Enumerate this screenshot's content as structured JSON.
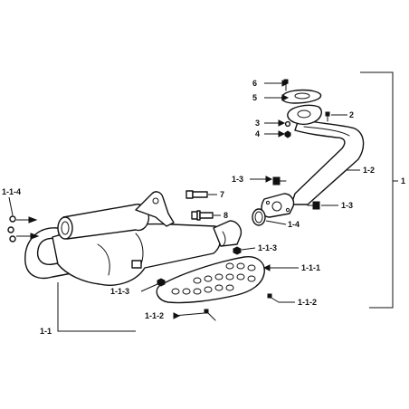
{
  "diagram": {
    "labels": {
      "l1": "1",
      "l2": "2",
      "l3": "3",
      "l4": "4",
      "l5": "5",
      "l6": "6",
      "l7": "7",
      "l8": "8",
      "l1_1": "1-1",
      "l1_2": "1-2",
      "l1_3_top": "1-3",
      "l1_3_right": "1-3",
      "l1_4": "1-4",
      "l1_1_1": "1-1-1",
      "l1_1_2_right": "1-1-2",
      "l1_1_2_bottom": "1-1-2",
      "l1_1_3_right": "1-1-3",
      "l1_1_3_left": "1-1-3",
      "l1_1_4": "1-1-4"
    }
  }
}
